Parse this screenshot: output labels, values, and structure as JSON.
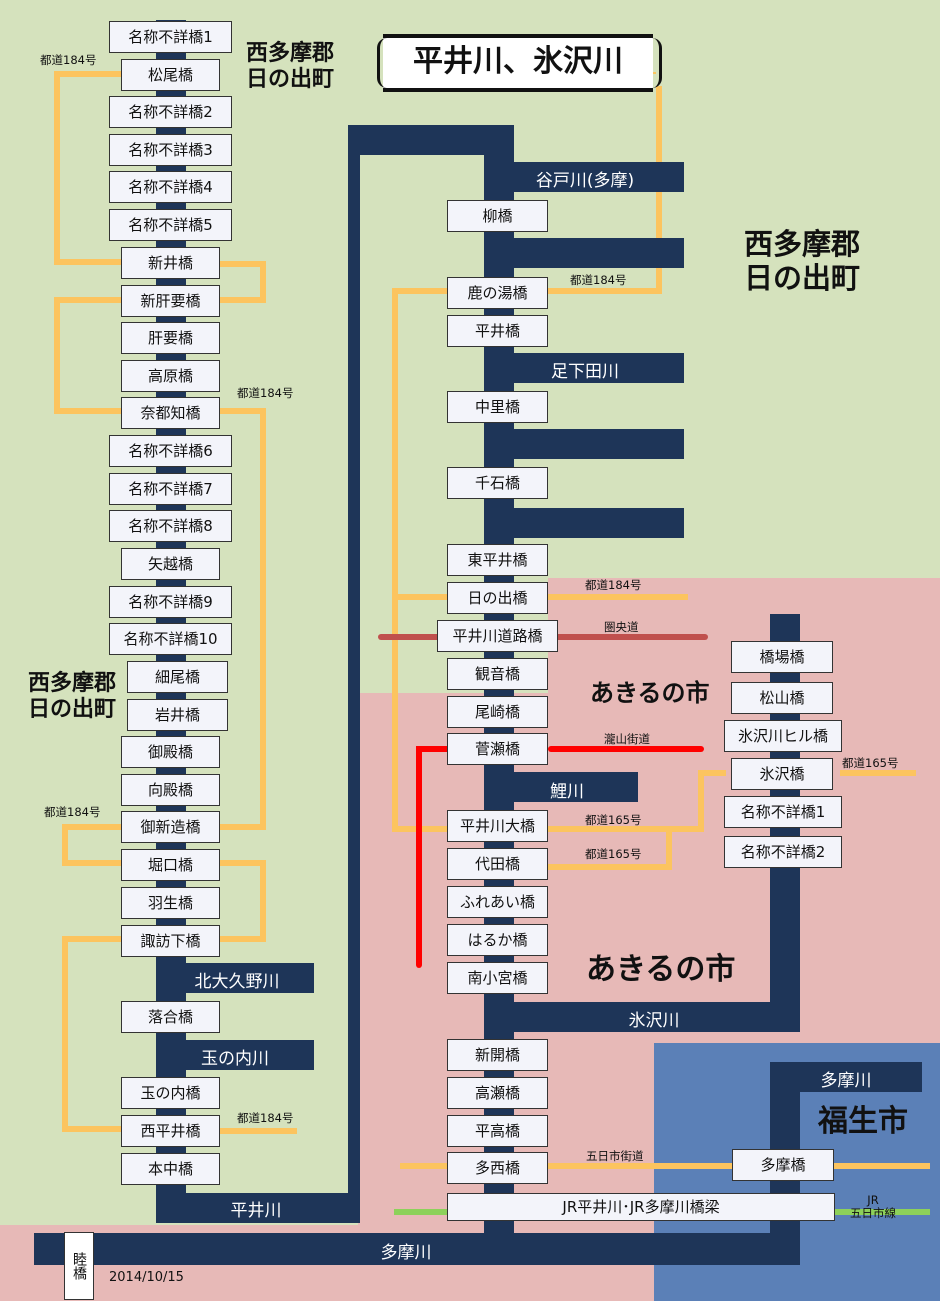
{
  "title": "平井川、氷沢川",
  "date": "2014/10/15",
  "colors": {
    "green_zone": "#d5e2bd",
    "pink_zone": "#e7b9b7",
    "blue_zone": "#5b80b7",
    "river": "#1e3558",
    "road_to184": "#fcc45f",
    "road_ken_o": "#c0504d",
    "road_takiyama": "#ff0000",
    "rail_jr": "#8dd15a",
    "bridge_fill": "#f3f4fa"
  },
  "areas": {
    "hinode_left": "西多摩郡\n日の出町",
    "hinode_top": "西多摩郡\n日の出町",
    "hinode_right": "西多摩郡\n日の出町",
    "akiruno_small": "あきるの市",
    "akiruno_big": "あきるの市",
    "fussa": "福生市"
  },
  "rivers": {
    "hiraigawa": "平井川",
    "tamagawa_bottom": "多摩川",
    "tamagawa_right": "多摩川",
    "hisawagawa": "氷沢川",
    "yatogawa": "谷戸川(多摩)",
    "ashigedagawa": "足下田川",
    "koigawa": "鯉川",
    "kitaokunogawa": "北大久野川",
    "tamanouchigawa": "玉の内川"
  },
  "roads": {
    "to184_1": "都道184号",
    "to184_2": "都道184号",
    "to184_3": "都道184号",
    "to184_4": "都道184号",
    "to184_5": "都道184号",
    "to184_6": "都道184号",
    "to165_1": "都道165号",
    "to165_2": "都道165号",
    "to165_3": "都道165号",
    "ken_o": "圏央道",
    "takiyama": "瀧山街道",
    "itsukaichi": "五日市街道",
    "jr": "JR\n五日市線"
  },
  "bridges_left": [
    "名称不詳橋1",
    "松尾橋",
    "名称不詳橋2",
    "名称不詳橋3",
    "名称不詳橋4",
    "名称不詳橋5",
    "新井橋",
    "新肝要橋",
    "肝要橋",
    "高原橋",
    "奈都知橋",
    "名称不詳橋6",
    "名称不詳橋7",
    "名称不詳橋8",
    "矢越橋",
    "名称不詳橋9",
    "名称不詳橋10",
    "細尾橋",
    "岩井橋",
    "御殿橋",
    "向殿橋",
    "御新造橋",
    "堀口橋",
    "羽生橋",
    "諏訪下橋",
    "落合橋",
    "玉の内橋",
    "西平井橋",
    "本中橋"
  ],
  "bridges_center": [
    "柳橋",
    "鹿の湯橋",
    "平井橋",
    "中里橋",
    "千石橋",
    "東平井橋",
    "日の出橋",
    "平井川道路橋",
    "観音橋",
    "尾崎橋",
    "菅瀬橋",
    "平井川大橋",
    "代田橋",
    "ふれあい橋",
    "はるか橋",
    "南小宮橋",
    "新開橋",
    "高瀬橋",
    "平高橋",
    "多西橋",
    "JR平井川･JR多摩川橋梁"
  ],
  "bridges_right": [
    "橋場橋",
    "松山橋",
    "氷沢川ヒル橋",
    "氷沢橋",
    "名称不詳橋1",
    "名称不詳橋2",
    "多摩橋"
  ],
  "rikubashi": "睦橋"
}
